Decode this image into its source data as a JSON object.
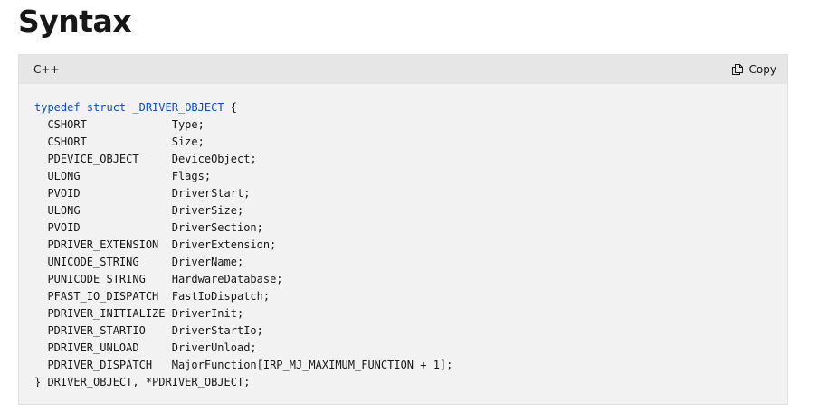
{
  "section": {
    "title": "Syntax"
  },
  "code_block": {
    "language": "C++",
    "copy_label": "Copy",
    "first_line": {
      "kw1": "typedef",
      "kw2": "struct",
      "name": "_DRIVER_OBJECT",
      "brace": " {"
    },
    "lines": [
      "  CSHORT             Type;",
      "  CSHORT             Size;",
      "  PDEVICE_OBJECT     DeviceObject;",
      "  ULONG              Flags;",
      "  PVOID              DriverStart;",
      "  ULONG              DriverSize;",
      "  PVOID              DriverSection;",
      "  PDRIVER_EXTENSION  DriverExtension;",
      "  UNICODE_STRING     DriverName;",
      "  PUNICODE_STRING    HardwareDatabase;",
      "  PFAST_IO_DISPATCH  FastIoDispatch;",
      "  PDRIVER_INITIALIZE DriverInit;",
      "  PDRIVER_STARTIO    DriverStartIo;",
      "  PDRIVER_UNLOAD     DriverUnload;",
      "  PDRIVER_DISPATCH   MajorFunction[IRP_MJ_MAXIMUM_FUNCTION + 1];"
    ],
    "last_line": "} DRIVER_OBJECT, *PDRIVER_OBJECT;",
    "icon": "copy-icon",
    "keyword_color": "#0b4fb8"
  }
}
